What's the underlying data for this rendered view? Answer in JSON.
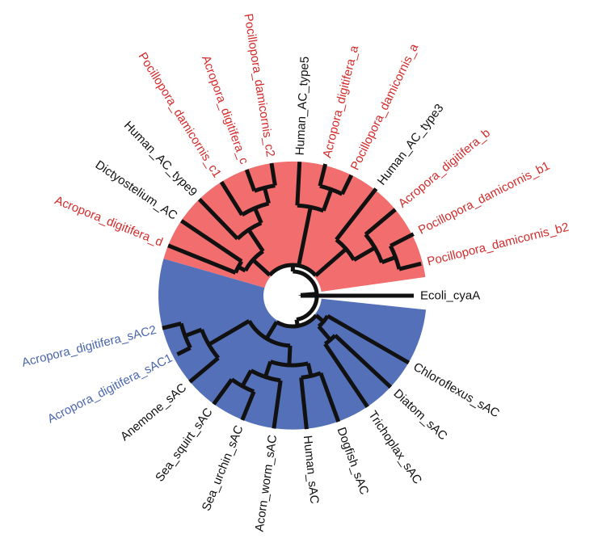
{
  "colors": {
    "tmAC_clade": "#f26d6d",
    "sAC_clade": "#5470b8",
    "red_label": "#d42b2b",
    "blue_label": "#4a66ad",
    "black_label": "#111111",
    "branch": "#111111"
  },
  "tree": {
    "leaves": [
      {
        "label": "Ecoli_cyaA",
        "color": "black"
      },
      {
        "label": "Pocillopora_damicornis_b2",
        "color": "red"
      },
      {
        "label": "Pocillopora_damicornis_b1",
        "color": "red"
      },
      {
        "label": "Acropora_digitifera_b",
        "color": "red"
      },
      {
        "label": "Human_AC_type3",
        "color": "black"
      },
      {
        "label": "Pocillopora_damicornis_a",
        "color": "red"
      },
      {
        "label": "Acropora_digitifera_a",
        "color": "red"
      },
      {
        "label": "Human_AC_type5",
        "color": "black"
      },
      {
        "label": "Pocillopora_damicornis_c2",
        "color": "red"
      },
      {
        "label": "Acropora_digitifera_c",
        "color": "red"
      },
      {
        "label": "Pocillopora_damicornis_c1",
        "color": "red"
      },
      {
        "label": "Human_AC_type9",
        "color": "black"
      },
      {
        "label": "Dictyostelium_AC",
        "color": "black"
      },
      {
        "label": "Acropora_digitifera_d",
        "color": "red"
      },
      {
        "label": "Acropora_digitifera_sAC2",
        "color": "blue"
      },
      {
        "label": "Acropora_digitifera_sAC1",
        "color": "blue"
      },
      {
        "label": "Anemone_sAC",
        "color": "black"
      },
      {
        "label": "Sea_squirt_sAC",
        "color": "black"
      },
      {
        "label": "Sea_urchin_sAC",
        "color": "black"
      },
      {
        "label": "Acorn_worm_sAC",
        "color": "black"
      },
      {
        "label": "Human_sAC",
        "color": "black"
      },
      {
        "label": "Dogfish_sAC",
        "color": "black"
      },
      {
        "label": "Trichoplax_sAC",
        "color": "black"
      },
      {
        "label": "Diatom_sAC",
        "color": "black"
      },
      {
        "label": "Chloroflexus_sAC",
        "color": "black"
      }
    ]
  }
}
